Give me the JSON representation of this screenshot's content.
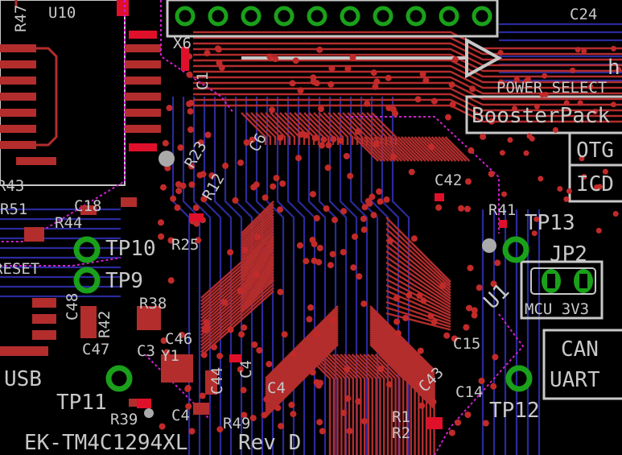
{
  "board": {
    "name": "EK-TM4C1294XL",
    "revision": "Rev D",
    "colors": {
      "background": "#000000",
      "top_copper": "#b32d2d",
      "top_pad": "#e0102a",
      "bottom_copper": "#2a2a9c",
      "via": "#c22a2a",
      "silkscreen": "#c8c8c8",
      "pad_green": "#1aa01a",
      "outline": "#d020d0"
    }
  },
  "labels": {
    "u10": "U10",
    "r47": "R47",
    "x6": "X6",
    "c1": "C1",
    "c24": "C24",
    "h": "h",
    "power_select": "POWER SELECT",
    "boosterpack": "BoosterPack",
    "otg": "OTG",
    "icd": "ICD",
    "r43": "R43",
    "r51": "R51",
    "r44": "R44",
    "c18": "C18",
    "tp10": "TP10",
    "tp9": "TP9",
    "reset": "RESET",
    "r25": "R25",
    "c42": "C42",
    "r41": "R41",
    "tp13": "TP13",
    "jp2": "JP2",
    "mcu_3v3": "MCU 3V3",
    "u1": "U1",
    "c48": "C48",
    "r42": "R42",
    "r38": "R38",
    "c46": "C46",
    "c3": "C3",
    "y1": "Y1",
    "c47": "C47",
    "usb": "USB",
    "c44": "C44",
    "c4x": "C4",
    "c4": "C4",
    "c15": "C15",
    "can": "CAN",
    "uart": "UART",
    "c14": "C14",
    "c43": "C43",
    "tp11": "TP11",
    "tp12": "TP12",
    "r39": "R39",
    "c40": "C4",
    "r49": "R49",
    "r1": "R1",
    "r2": "R2",
    "r23": "R23",
    "r12": "R12",
    "c6": "C6"
  }
}
